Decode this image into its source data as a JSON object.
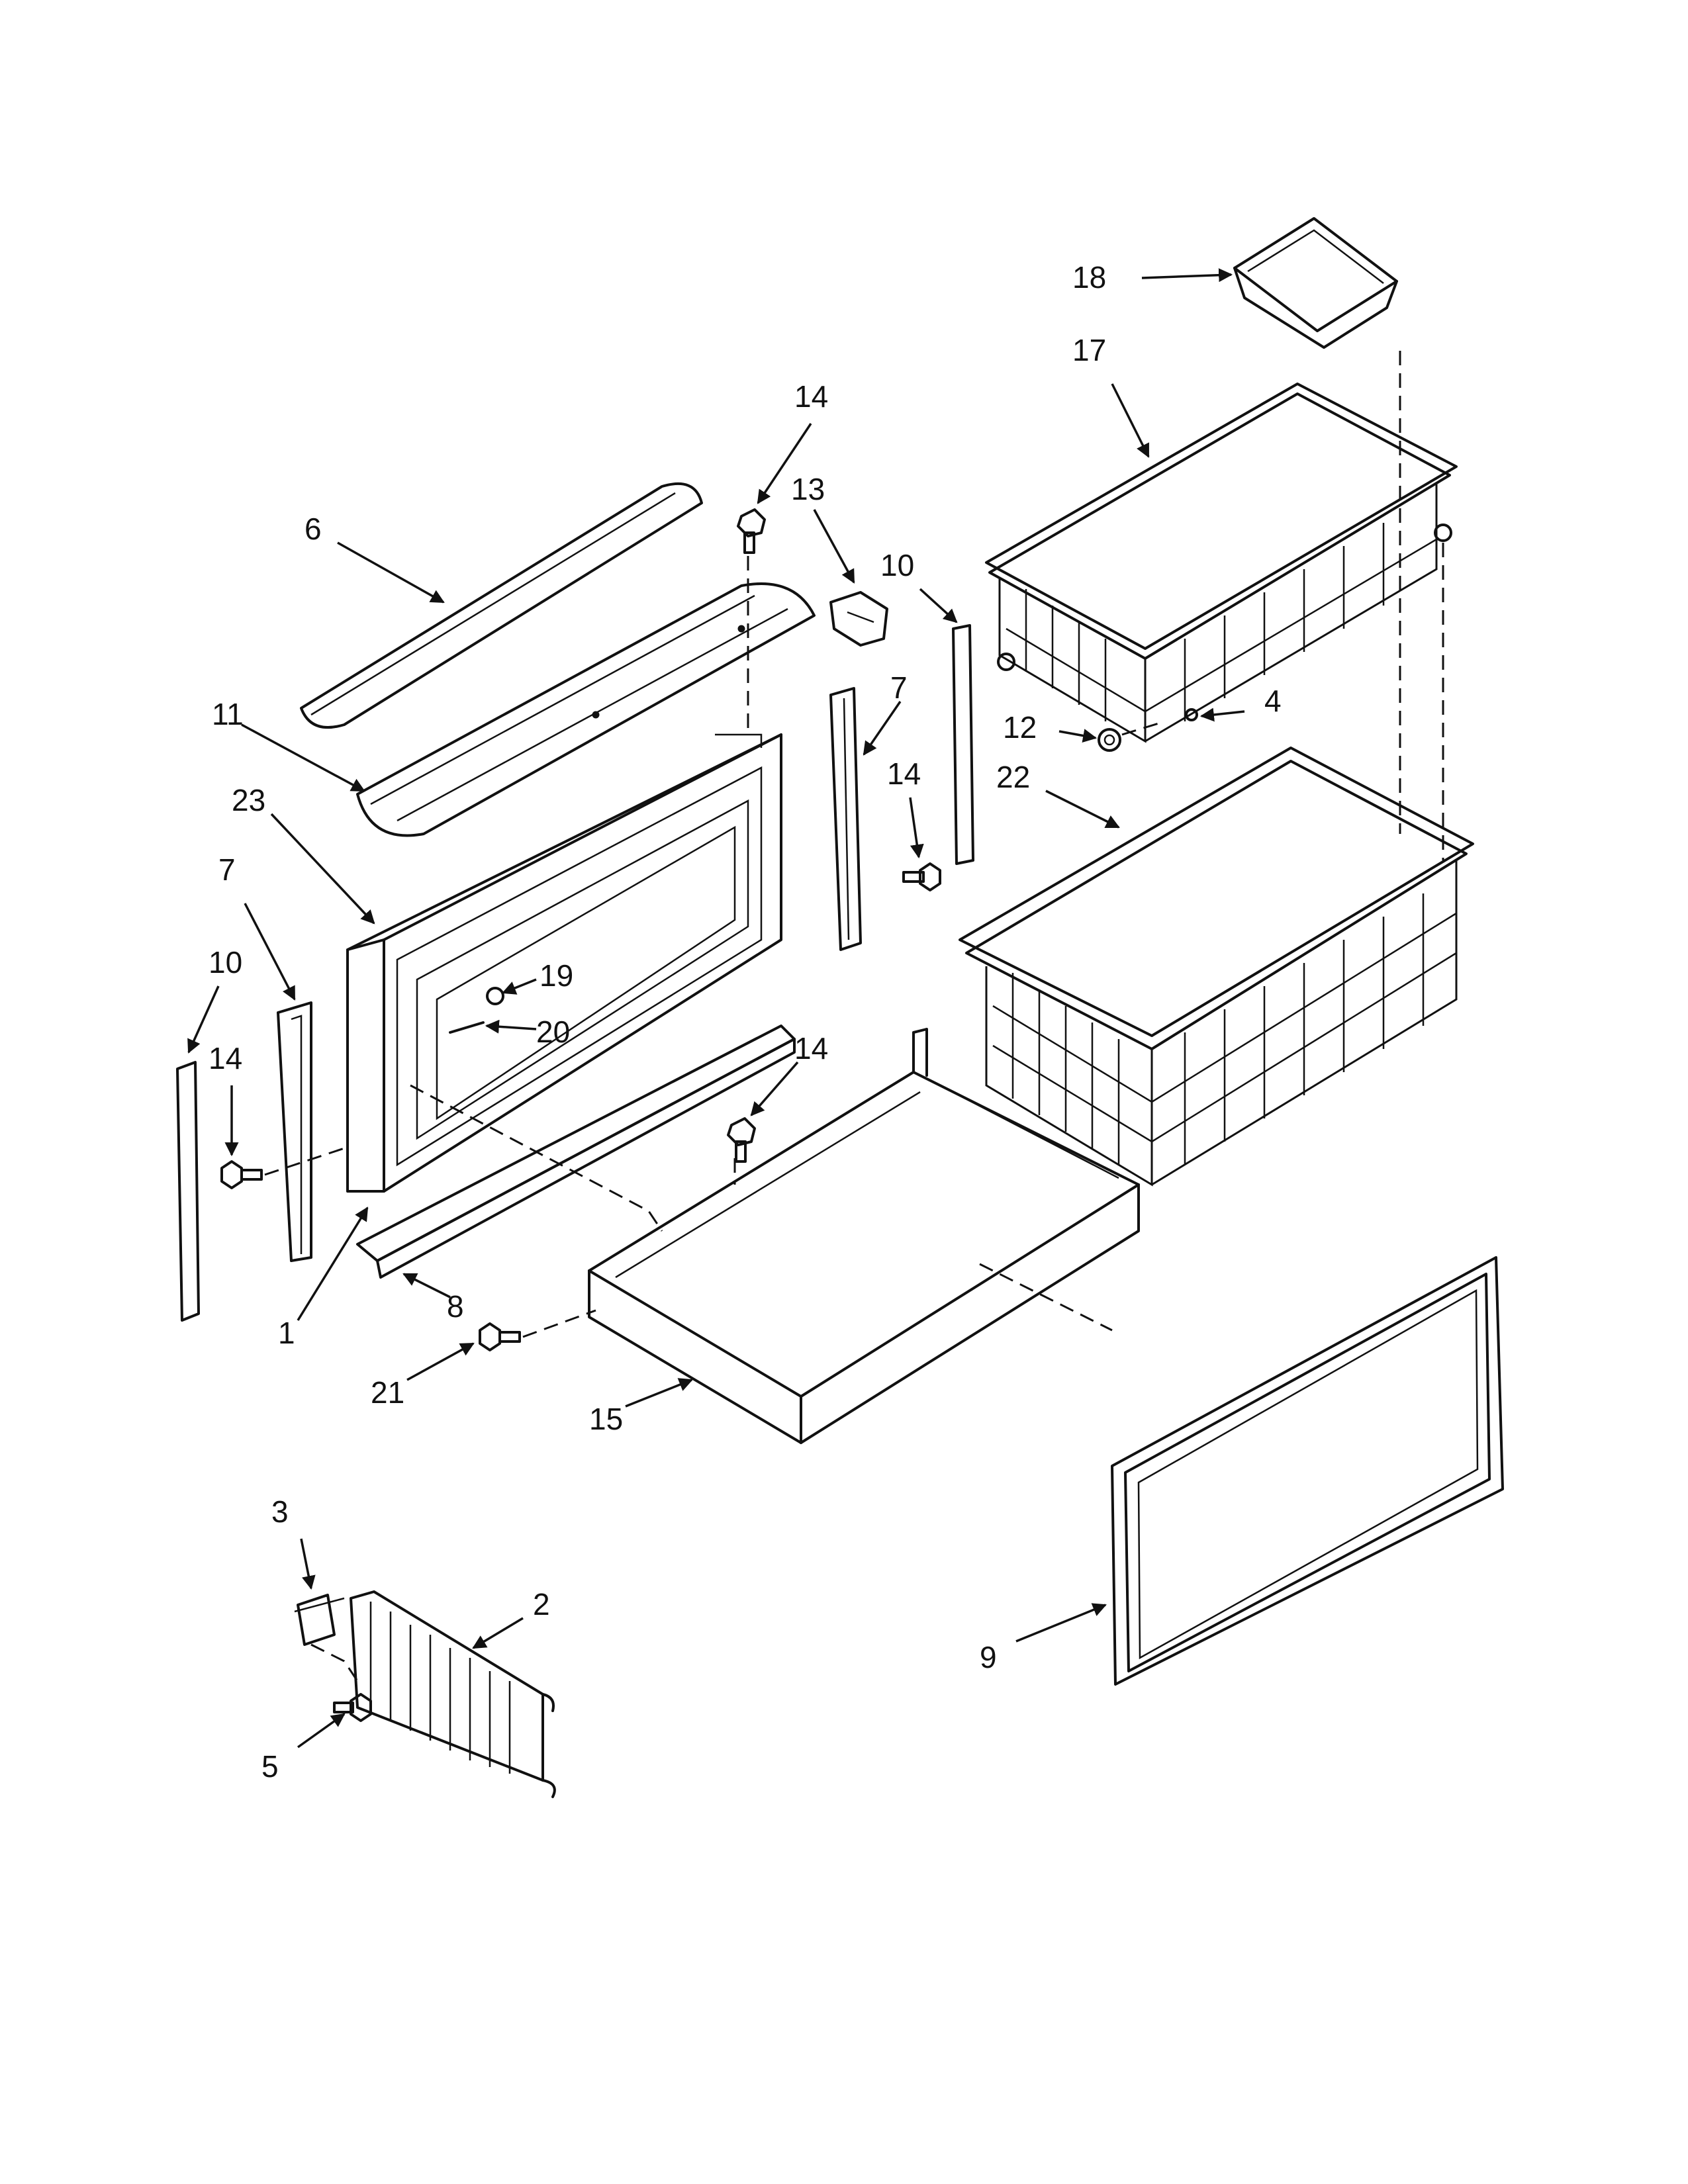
{
  "callouts": {
    "c1": "1",
    "c2": "2",
    "c3": "3",
    "c4": "4",
    "c5": "5",
    "c6": "6",
    "c7a": "7",
    "c7b": "7",
    "c8": "8",
    "c9": "9",
    "c10a": "10",
    "c10b": "10",
    "c11": "11",
    "c12": "12",
    "c13": "13",
    "c14a": "14",
    "c14b": "14",
    "c14c": "14",
    "c14d": "14",
    "c15": "15",
    "c17": "17",
    "c18": "18",
    "c19": "19",
    "c20": "20",
    "c21": "21",
    "c22": "22",
    "c23": "23"
  }
}
